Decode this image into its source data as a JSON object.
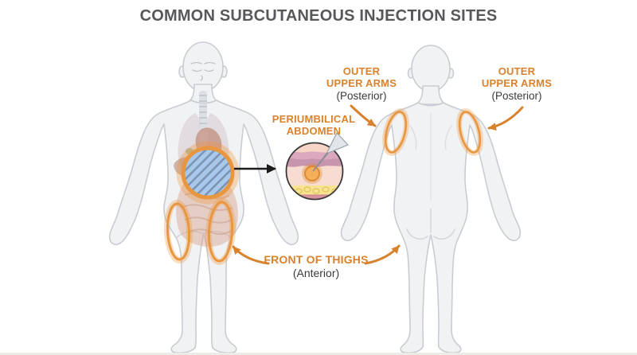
{
  "title": "COMMON SUBCUTANEOUS INJECTION SITES",
  "labels": {
    "arms_left": {
      "line1": "OUTER",
      "line2": "UPPER ARMS",
      "sub": "(Posterior)"
    },
    "arms_right": {
      "line1": "OUTER",
      "line2": "UPPER ARMS",
      "sub": "(Posterior)"
    },
    "abdomen": {
      "line1": "PERIUMBILICAL",
      "line2": "ABDOMEN"
    },
    "thighs": {
      "line1": "FRONT OF THIGHS",
      "sub": "(Anterior)"
    }
  },
  "figures": {
    "front": "anterior body with internal organs",
    "back": "posterior body"
  },
  "icons": {
    "needle": "syringe-needle-icon",
    "pointer": "black-pointer-arrow",
    "curved_arrow": "orange-curved-arrow"
  },
  "colors": {
    "accent": "#D9822E",
    "ring": "#E8963F",
    "site_blue": "#ABC9E8",
    "text_dark": "#3A3A3C",
    "title": "#57585B"
  }
}
